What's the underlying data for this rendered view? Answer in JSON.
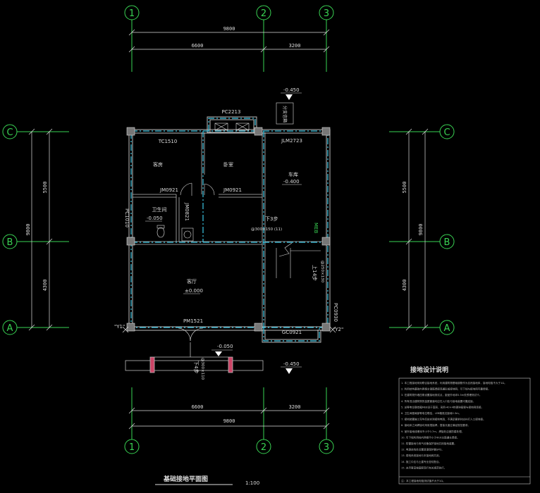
{
  "axes": {
    "columns": [
      "1",
      "2",
      "3"
    ],
    "rows": [
      "C",
      "B",
      "A"
    ]
  },
  "dimensions": {
    "total_h": "9800",
    "span_1_2": "6600",
    "span_2_3": "3200",
    "total_v": "9800",
    "span_c_b": "5500",
    "span_b_a": "4300"
  },
  "rooms": {
    "bedroom1": "客房",
    "bedroom2": "卧室",
    "garage": "车库",
    "bathroom": "卫生间",
    "living": "客厅"
  },
  "elevations": {
    "top_outside": "-0.450",
    "garage": "-0.400",
    "bathroom": "-0.050",
    "living": "±0.000",
    "porch": "-0.050",
    "bottom_outside": "-0.450"
  },
  "door_window_tags": {
    "bay_window": "PC2213",
    "window_left": "TC1510",
    "roller_door": "JLM2723",
    "door_jm1": "JM0921",
    "door_jm2": "JM0921",
    "door_jm3": "JM0821",
    "window_w": "PC1010",
    "main_door": "PM1521",
    "window_e": "PC0930",
    "garage_bottom": "GC0921"
  },
  "stair_labels": {
    "upper": "下3步",
    "lower": "上14步",
    "porch_step": "下4步"
  },
  "misc_labels": {
    "stair_grade": "@300×150 (11)",
    "stair_grade2": "@250×130",
    "porch_grade": "@300×110",
    "equip_box": "MEB",
    "wall_shaft": "分支信箱"
  },
  "grounding_points": {
    "y1": "\"Y1\"",
    "y2": "\"Y2\""
  },
  "drawing": {
    "title": "基础接地平面图",
    "scale": "1:100"
  },
  "notes_panel": {
    "title": "接地设计说明",
    "lines": [
      "1. 本工程接地采用联合接地系统，利用建筑物基础钢筋作为自然接地体，接地电阻不大于1Ω。",
      "2. 利用结构基础内两根主钢筋焊接连通形成接地网，引下线与接地网可靠焊接。",
      "3. 在建筑物外墙四角设置接地测试点，距室外地坪0.5m处预埋测试卡。",
      "4. 所有进出建筑物的金属管道均应在入口处与接地装置可靠连接。",
      "5. 总等电位联结箱MEB设于首层，采用-40×4热镀锌扁钢与接地网连接。",
      "6. 卫生间做局部等电位联结，LEB箱底边距地0.3m。",
      "7. 接地装置施工完毕后应实测接地电阻，不满足要求时应补打人工接地极。",
      "8. 接地体之间焊接均采用搭接焊，搭接长度应满足规范要求。",
      "9. 室外接地线埋深不小于0.7m，焊接处应做防腐处理。",
      "10. 引下线利用柱内两根不小于Φ16主筋通长焊接。",
      "11. 防雷接地与电气设备保护接地共用接地装置。",
      "12. 电源进线处设置浪涌保护器SPD。",
      "13. 弱电系统接地与本接地网共用。",
      "14. 施工中应与土建专业密切配合。",
      "15. 未尽事宜按国家现行有关规范执行。"
    ],
    "footer": "注：本工程接地电阻测试值不大于1Ω。"
  }
}
